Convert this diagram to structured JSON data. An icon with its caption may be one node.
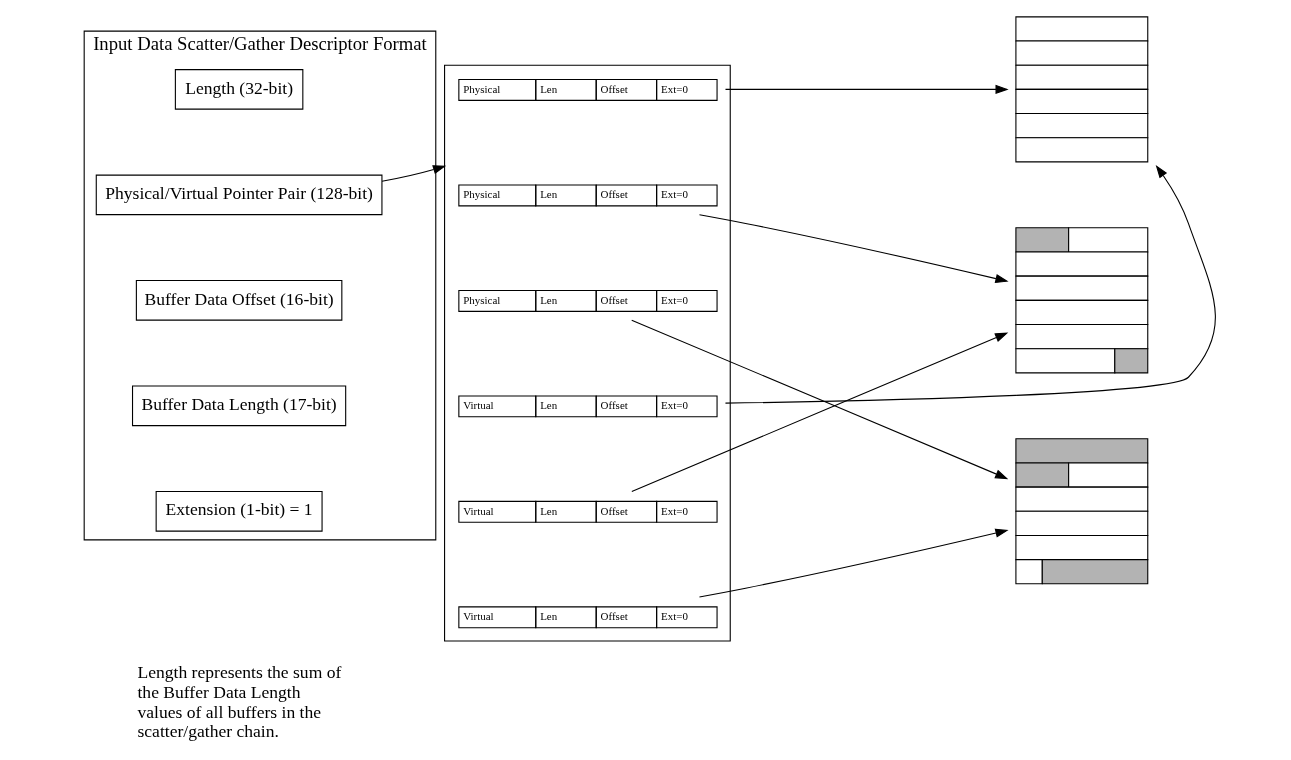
{
  "diagram": {
    "nodes": [
      {
        "text": [
          "Input Data Scatter/Gather Descriptor Format"
        ]
      },
      {
        "text": [
          "Length (32-bit)"
        ],
        "in": 0
      },
      {
        "text": [
          "Physical/Virtual Pointer Pair (128-bit)"
        ],
        "in": 0
      },
      {
        "text": [
          "Buffer Data Offset (16-bit)"
        ],
        "in": 0
      },
      {
        "text": [
          "Buffer Data Length (17-bit)"
        ],
        "in": 0
      },
      {
        "text": [
          "Extension (1-bit) = 1"
        ],
        "in": 0
      },
      {
        "text": [],
        "shape": "box"
      },
      {
        "text": [
          "Physical",
          "Len",
          "Offset",
          "Ext=0"
        ],
        "in": 6
      },
      {
        "text": [
          "Physical",
          "Len",
          "Offset",
          "Ext=0"
        ],
        "in": 6
      },
      {
        "text": [
          "Physical",
          "Len",
          "Offset",
          "Ext=0"
        ],
        "in": 6
      },
      {
        "text": [
          "Virtual",
          "Len",
          "Offset",
          "Ext=0"
        ],
        "in": 6
      },
      {
        "text": [
          "Virtual",
          "Len",
          "Offset",
          "Ext=0"
        ],
        "in": 6
      },
      {
        "text": [
          "Virtual",
          "Len",
          "Offset",
          "Ext=0"
        ],
        "in": 6
      },
      {
        "text": [],
        "shape": "box"
      },
      {
        "text": [],
        "shape": "box"
      },
      {
        "text": [],
        "shape": "box"
      }
    ],
    "edges": [
      {
        "from": 2,
        "to": 6,
        "arrow": "to"
      },
      {
        "from": 7,
        "to": 13,
        "arrow": "to"
      },
      {
        "from": 10,
        "to": 13,
        "arrow": "to"
      },
      {
        "from": 8,
        "to": 14,
        "arrow": "to"
      },
      {
        "from": 11,
        "to": 14,
        "arrow": "to"
      },
      {
        "from": 9,
        "to": 15,
        "arrow": "to"
      },
      {
        "from": 12,
        "to": 15,
        "arrow": "to"
      }
    ],
    "labels": [
      "Length represents the sum of the Buffer Data Length values of all buffers in the scatter/gather chain."
    ]
  }
}
